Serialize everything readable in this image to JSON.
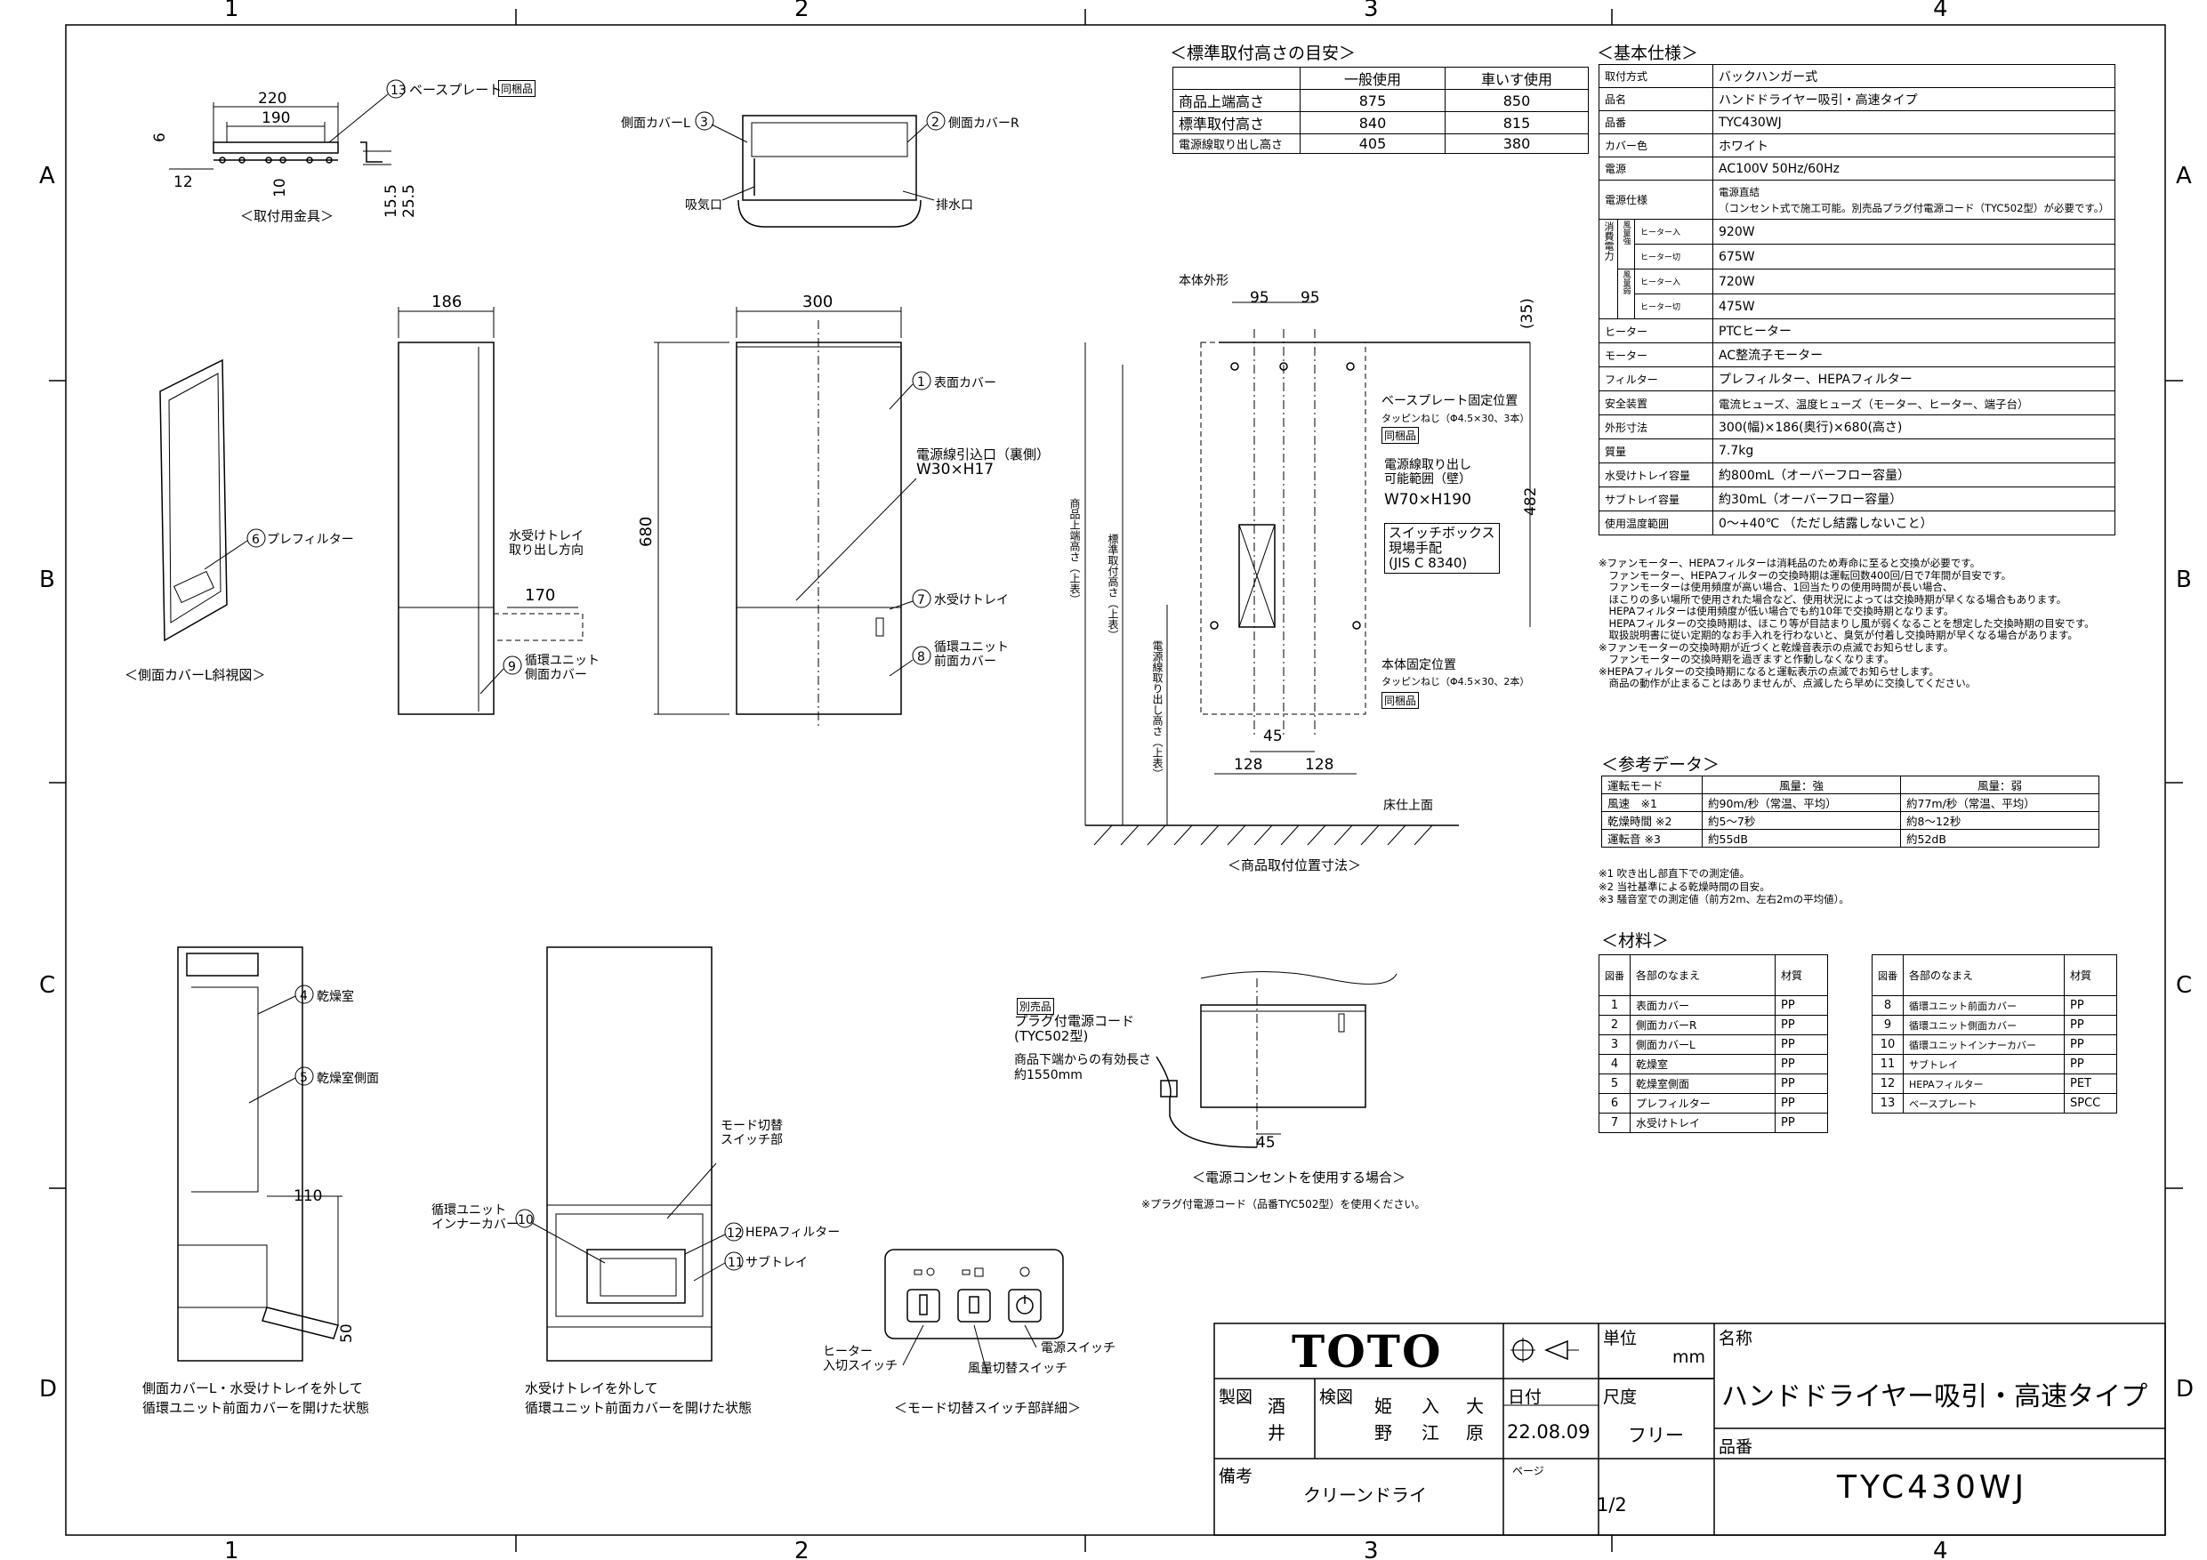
{
  "frame": {
    "col_labels": [
      "1",
      "2",
      "3",
      "4"
    ],
    "row_labels": [
      "A",
      "B",
      "C",
      "D"
    ]
  },
  "std_heights": {
    "title": "＜標準取付高さの目安＞",
    "headers": [
      "",
      "一般使用",
      "車いす使用"
    ],
    "rows": [
      [
        "商品上端高さ",
        "875",
        "850"
      ],
      [
        "標準取付高さ",
        "840",
        "815"
      ],
      [
        "電源線取り出し高さ",
        "405",
        "380"
      ]
    ]
  },
  "spec": {
    "title": "＜基本仕様＞",
    "rows": [
      {
        "label": "取付方式",
        "value": "バックハンガー式"
      },
      {
        "label": "品名",
        "value": "ハンドドライヤー吸引・高速タイプ"
      },
      {
        "label": "品番",
        "value": "TYC430WJ"
      },
      {
        "label": "カバー色",
        "value": "ホワイト"
      },
      {
        "label": "電源",
        "value": "AC100V 50Hz/60Hz"
      },
      {
        "label": "電源仕様",
        "value": "電源直結\n（コンセント式で施工可能。別売品プラグ付電源コード（TYC502型）が必要です。）"
      }
    ],
    "power": {
      "group": "消費電力",
      "rows": [
        {
          "wind": "風量強",
          "heater": "ヒーター入",
          "value": "920W"
        },
        {
          "wind": "",
          "heater": "ヒーター切",
          "value": "675W"
        },
        {
          "wind": "風量弱",
          "heater": "ヒーター入",
          "value": "720W"
        },
        {
          "wind": "",
          "heater": "ヒーター切",
          "value": "475W"
        }
      ]
    },
    "rows2": [
      {
        "label": "ヒーター",
        "value": "PTCヒーター"
      },
      {
        "label": "モーター",
        "value": "AC整流子モーター"
      },
      {
        "label": "フィルター",
        "value": "プレフィルター、HEPAフィルター"
      },
      {
        "label": "安全装置",
        "value": "電流ヒューズ、温度ヒューズ（モーター、ヒーター、端子台）"
      },
      {
        "label": "外形寸法",
        "value": "300(幅)×186(奥行)×680(高さ)"
      },
      {
        "label": "質量",
        "value": "7.7kg"
      },
      {
        "label": "水受けトレイ容量",
        "value": "約800mL（オーバーフロー容量）"
      },
      {
        "label": "サブトレイ容量",
        "value": "約30mL（オーバーフロー容量）"
      },
      {
        "label": "使用温度範囲",
        "value": "0～+40℃ （ただし結露しないこと）"
      }
    ],
    "notes": "※ファンモーター、HEPAフィルターは消耗品のため寿命に至ると交換が必要です。\n　ファンモーター、HEPAフィルターの交換時期は運転回数400回/日で7年間が目安です。\n　ファンモーターは使用頻度が高い場合、1回当たりの使用時間が長い場合、\n　ほこりの多い場所で使用された場合など、使用状況によっては交換時期が早くなる場合もあります。\n　HEPAフィルターは使用頻度が低い場合でも約10年で交換時期となります。\n　HEPAフィルターの交換時期は、ほこり等が目詰まりし風が弱くなることを想定した交換時期の目安です。\n　取扱説明書に従い定期的なお手入れを行わないと、臭気が付着し交換時期が早くなる場合があります。\n※ファンモーターの交換時期が近づくと乾燥音表示の点滅でお知らせします。\n　ファンモーターの交換時期を過ぎますと作動しなくなります。\n※HEPAフィルターの交換時期になると運転表示の点滅でお知らせします。\n　商品の動作が止まることはありませんが、点滅したら早めに交換してください。"
  },
  "ref": {
    "title": "＜参考データ＞",
    "headers": [
      "運転モード",
      "風量：強",
      "風量：弱"
    ],
    "rows": [
      [
        "風速　※1",
        "約90m/秒（常温、平均）",
        "約77m/秒（常温、平均）"
      ],
      [
        "乾燥時間 ※2",
        "約5～7秒",
        "約8～12秒"
      ],
      [
        "運転音 ※3",
        "約55dB",
        "約52dB"
      ]
    ],
    "notes": "※1 吹き出し部直下での測定値。\n※2 当社基準による乾燥時間の目安。\n※3 騒音室での測定値（前方2m、左右2mの平均値）。"
  },
  "materials": {
    "title": "＜材料＞",
    "headers": [
      "図番",
      "各部のなまえ",
      "材質"
    ],
    "left": [
      [
        "1",
        "表面カバー",
        "PP"
      ],
      [
        "2",
        "側面カバーR",
        "PP"
      ],
      [
        "3",
        "側面カバーL",
        "PP"
      ],
      [
        "4",
        "乾燥室",
        "PP"
      ],
      [
        "5",
        "乾燥室側面",
        "PP"
      ],
      [
        "6",
        "プレフィルター",
        "PP"
      ],
      [
        "7",
        "水受けトレイ",
        "PP"
      ]
    ],
    "right": [
      [
        "8",
        "循環ユニット前面カバー",
        "PP"
      ],
      [
        "9",
        "循環ユニット側面カバー",
        "PP"
      ],
      [
        "10",
        "循環ユニットインナーカバー",
        "PP"
      ],
      [
        "11",
        "サブトレイ",
        "PP"
      ],
      [
        "12",
        "HEPAフィルター",
        "PET"
      ],
      [
        "13",
        "ベースプレート",
        "SPCC"
      ]
    ]
  },
  "title_block": {
    "logo": "TOTO",
    "unit_label": "単位",
    "unit": "mm",
    "name_label": "名称",
    "name": "ハンドドライヤー吸引・高速タイプ",
    "draw_label": "製図",
    "drawer": "酒井",
    "check_label": "検図",
    "checkers": [
      "姫野",
      "入江",
      "大原"
    ],
    "date_label": "日付",
    "date": "22.08.09",
    "scale_label": "尺度",
    "scale": "フリー",
    "part_label": "品番",
    "part": "TYC430WJ",
    "remarks_label": "備考",
    "remarks": "クリーンドライ",
    "page_label": "ページ",
    "page": "1/2"
  },
  "drawing_labels": {
    "mount_fitting": "＜取付用金具＞",
    "base_plate": "ベースプレート",
    "bundled": "同梱品",
    "side_cover_l": "側面カバーL",
    "side_cover_r": "側面カバーR",
    "intake": "吸気口",
    "drain": "排水口",
    "front_cover": "表面カバー",
    "cord_inlet": "電源線引込口（裏側）",
    "cord_inlet_size": "W30×H17",
    "water_tray": "水受けトレイ",
    "circ_front": "循環ユニット\n前面カバー",
    "circ_side": "循環ユニット\n側面カバー",
    "tray_dir": "水受けトレイ\n取り出し方向",
    "prefilter": "プレフィルター",
    "side_perspective": "＜側面カバーL斜視図＞",
    "body_outline": "本体外形",
    "bp_fix": "ベースプレート固定位置",
    "screw3": "タッピンねじ（Φ4.5×30、3本）",
    "screw2": "タッピンねじ（Φ4.5×30、2本）",
    "cord_range": "電源線取り出し\n可能範囲（壁）",
    "cord_range_size": "W70×H190",
    "switch_box": "スイッチボックス\n現場手配\n(JIS C 8340)",
    "body_fix": "本体固定位置",
    "floor": "床仕上面",
    "pos_caption": "＜商品取付位置寸法＞",
    "v_top": "商品上端高さ（上表）",
    "v_std": "標準取付高さ（上表）",
    "v_cord": "電源線取り出し高さ（上表）",
    "dry_room": "乾燥室",
    "dry_side": "乾燥室側面",
    "caption_l": "側面カバーL・水受けトレイを外して\n循環ユニット前面カバーを開けた状態",
    "caption_m": "水受けトレイを外して\n循環ユニット前面カバーを開けた状態",
    "circ_inner": "循環ユニット\nインナーカバー",
    "mode_sw": "モード切替\nスイッチ部",
    "hepa": "HEPAフィルター",
    "subtray": "サブトレイ",
    "heater_sw": "ヒーター\n入切スイッチ",
    "power_sw": "電源スイッチ",
    "wind_sw": "風量切替スイッチ",
    "mode_caption": "＜モード切替スイッチ部詳細＞",
    "sold_sep": "別売品",
    "plug_cord": "プラグ付電源コード\n(TYC502型)",
    "cord_len": "商品下端からの有効長さ\n約1550mm",
    "outlet_caption": "＜電源コンセントを使用する場合＞",
    "outlet_note": "※プラグ付電源コード（品番TYC502型）を使用ください。"
  }
}
